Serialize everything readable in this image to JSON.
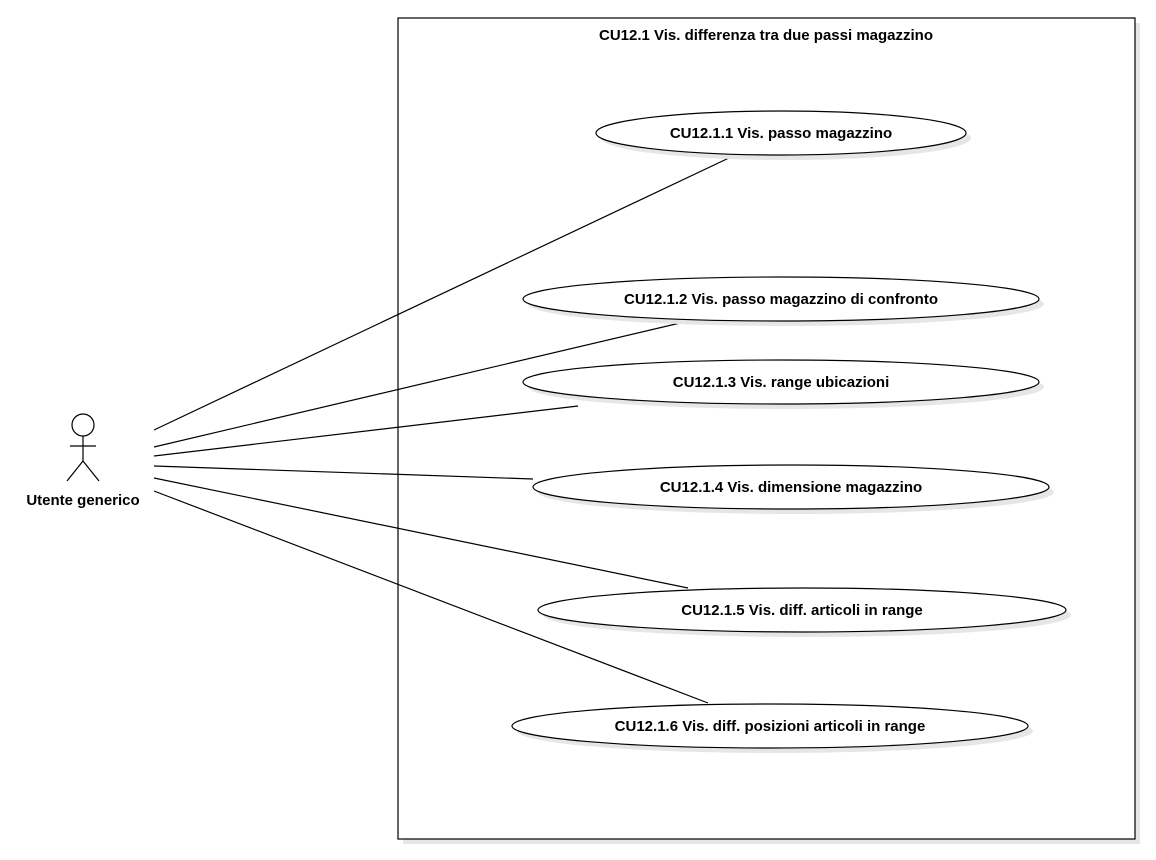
{
  "system": {
    "title": "CU12.1 Vis. differenza tra due passi magazzino"
  },
  "actor": {
    "name": "Utente generico"
  },
  "use_cases": [
    {
      "id": "uc1",
      "label": "CU12.1.1 Vis. passo magazzino"
    },
    {
      "id": "uc2",
      "label": "CU12.1.2 Vis. passo magazzino di confronto"
    },
    {
      "id": "uc3",
      "label": "CU12.1.3 Vis. range ubicazioni"
    },
    {
      "id": "uc4",
      "label": "CU12.1.4 Vis. dimensione magazzino"
    },
    {
      "id": "uc5",
      "label": "CU12.1.5 Vis. diff. articoli in range"
    },
    {
      "id": "uc6",
      "label": "CU12.1.6 Vis. diff. posizioni articoli in range"
    }
  ],
  "colors": {
    "stroke": "#000000",
    "fill": "#ffffff",
    "shadow": "#e6e6e6"
  }
}
